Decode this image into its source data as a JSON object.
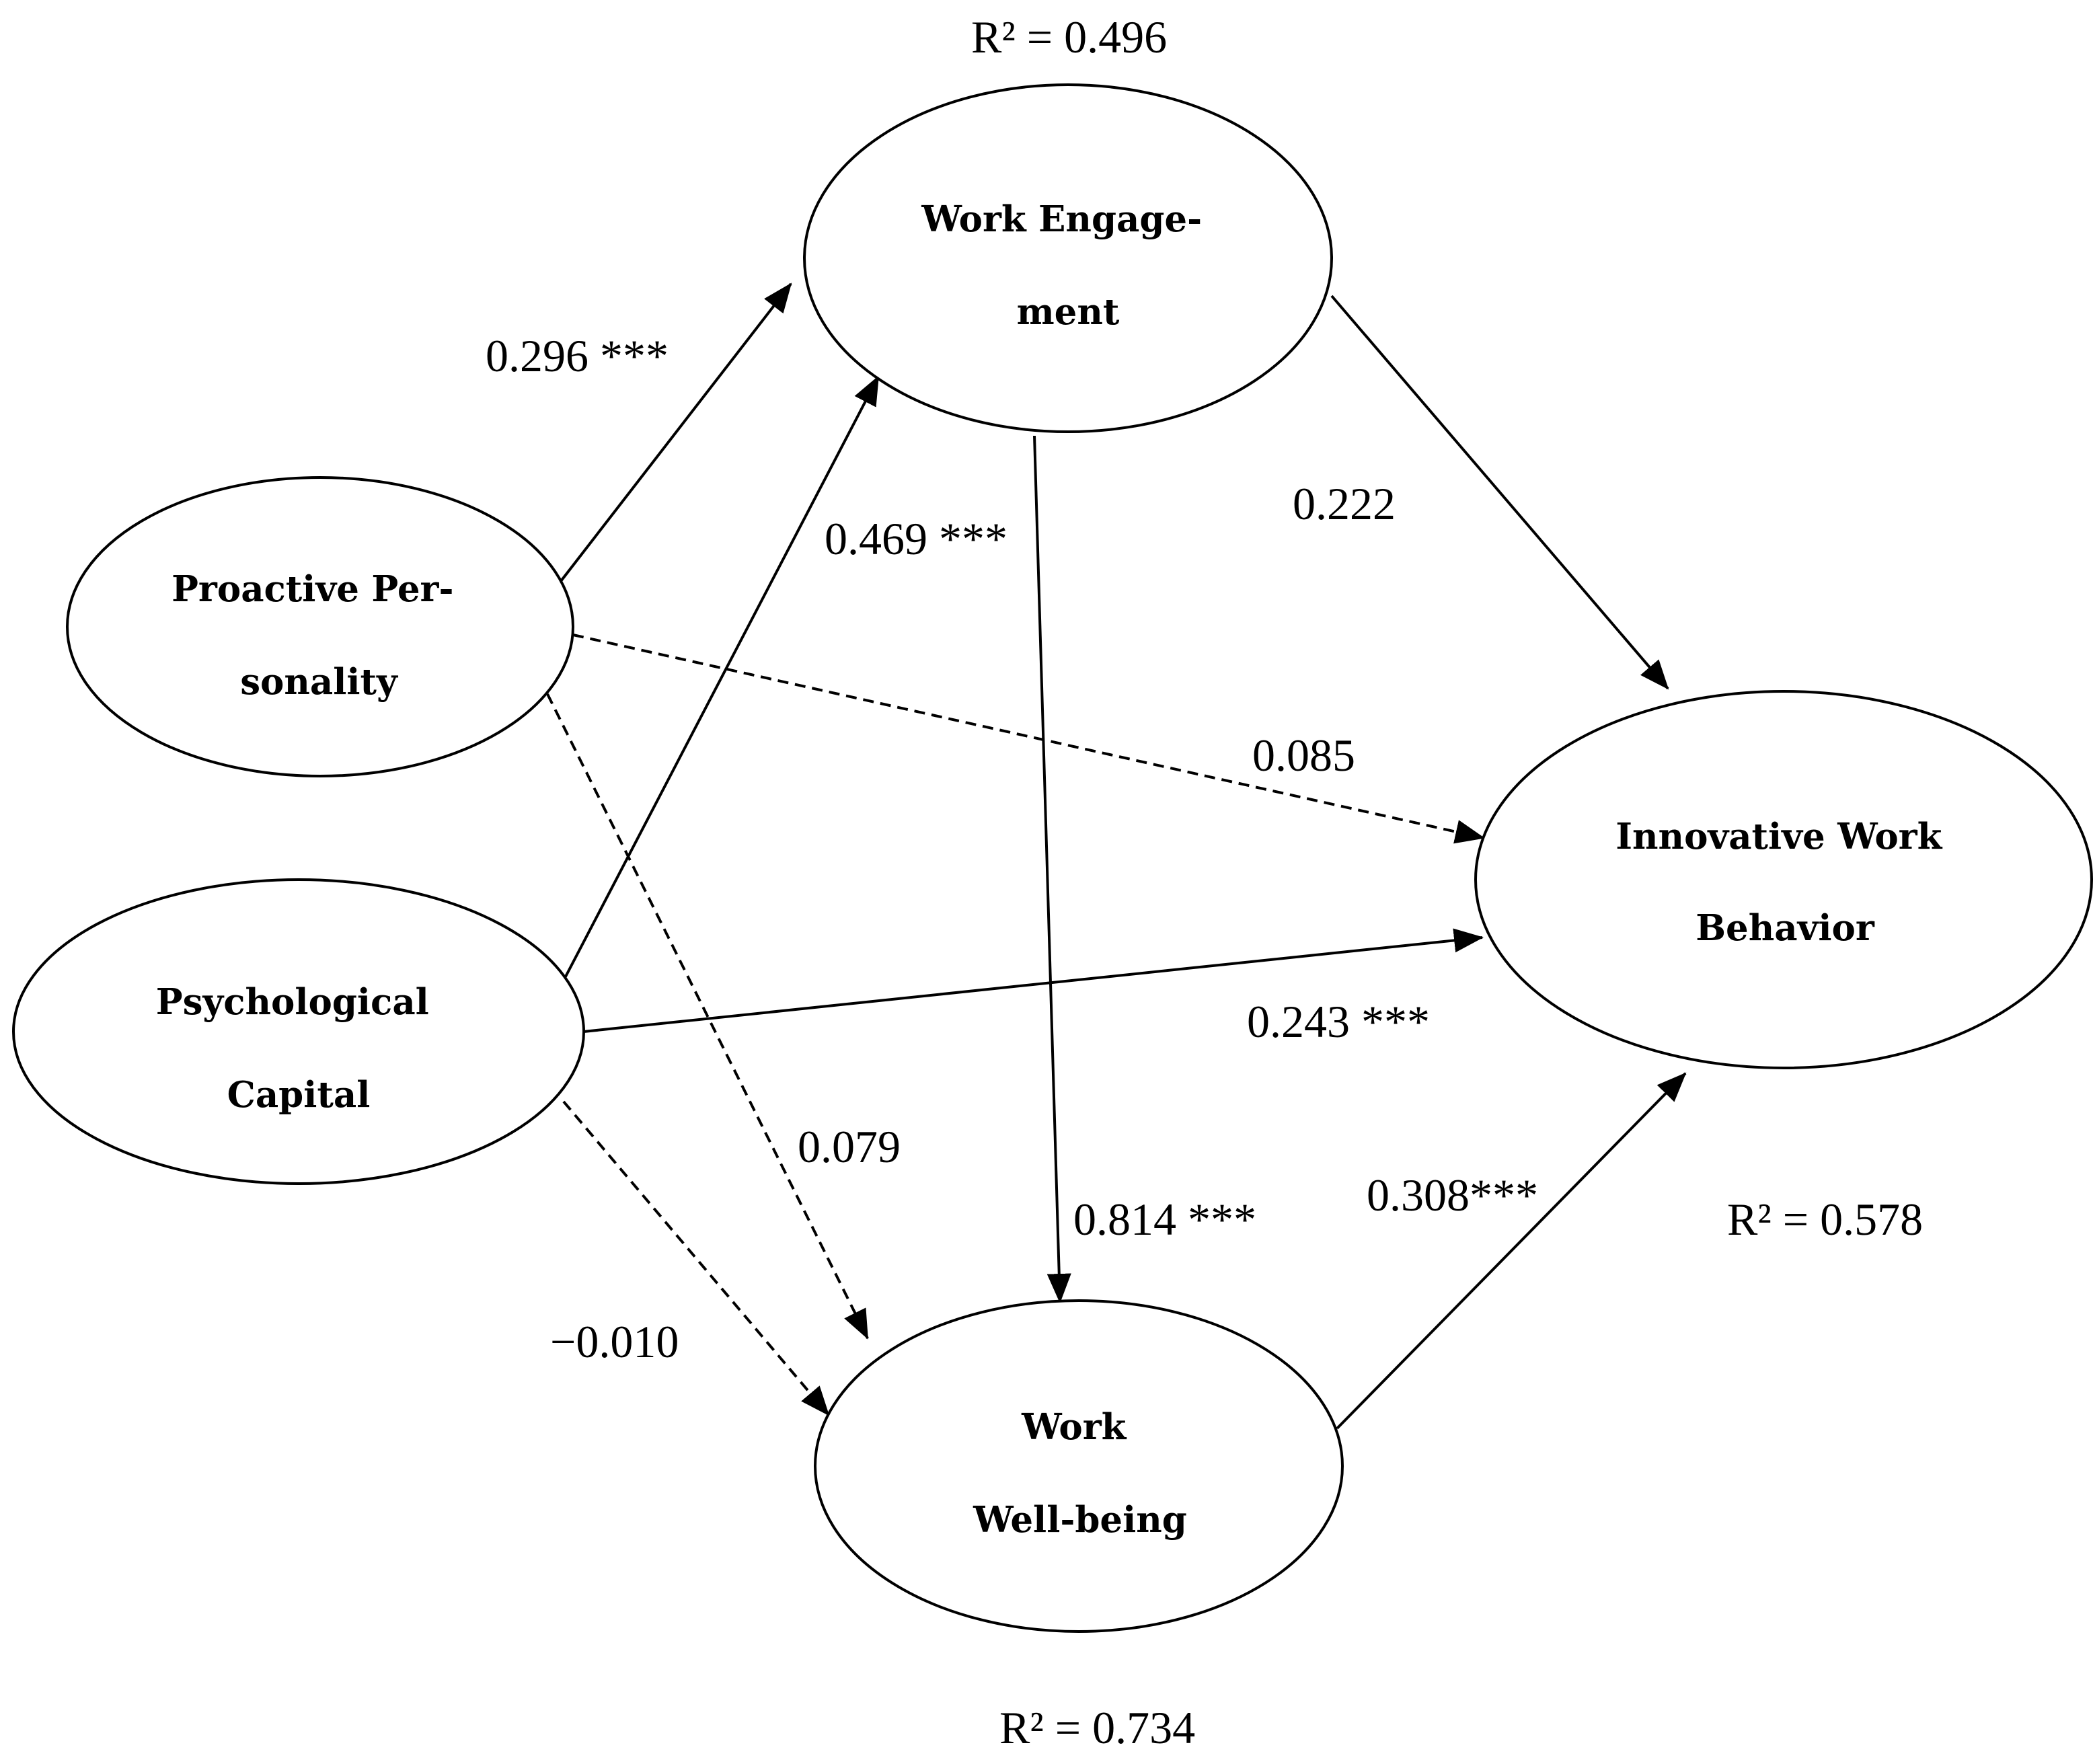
{
  "nodes": {
    "work_engagement": {
      "lines": [
        "Work Engage-",
        "ment"
      ]
    },
    "proactive_personality": {
      "lines": [
        "Proactive Per-",
        "sonality"
      ]
    },
    "psychological_capital": {
      "lines": [
        "Psychological",
        "Capital"
      ]
    },
    "innovative_work_behavior": {
      "lines": [
        "Innovative Work",
        "Behavior"
      ]
    },
    "work_wellbeing": {
      "lines": [
        "Work",
        "Well-being"
      ]
    }
  },
  "r_squared": {
    "work_engagement": "R² = 0.496",
    "innovative_work_behavior": "R² = 0.578",
    "work_wellbeing": "R² = 0.734"
  },
  "edges": [
    {
      "from": "proactive_personality",
      "to": "work_engagement",
      "label": "0.296 ***",
      "style": "solid"
    },
    {
      "from": "psychological_capital",
      "to": "work_engagement",
      "label": "0.469 ***",
      "style": "solid"
    },
    {
      "from": "work_engagement",
      "to": "innovative_work_behavior",
      "label": "0.222",
      "style": "solid"
    },
    {
      "from": "proactive_personality",
      "to": "innovative_work_behavior",
      "label": "0.085",
      "style": "dashed"
    },
    {
      "from": "psychological_capital",
      "to": "innovative_work_behavior",
      "label": "0.243 ***",
      "style": "solid"
    },
    {
      "from": "proactive_personality",
      "to": "work_wellbeing",
      "label": "0.079",
      "style": "dashed"
    },
    {
      "from": "work_engagement",
      "to": "work_wellbeing",
      "label": "0.814 ***",
      "style": "solid"
    },
    {
      "from": "work_wellbeing",
      "to": "innovative_work_behavior",
      "label": "0.308***",
      "style": "solid"
    },
    {
      "from": "psychological_capital",
      "to": "work_wellbeing",
      "label": "−0.010",
      "style": "dashed"
    }
  ],
  "colors": {
    "stroke": "#000000",
    "background": "#ffffff"
  }
}
